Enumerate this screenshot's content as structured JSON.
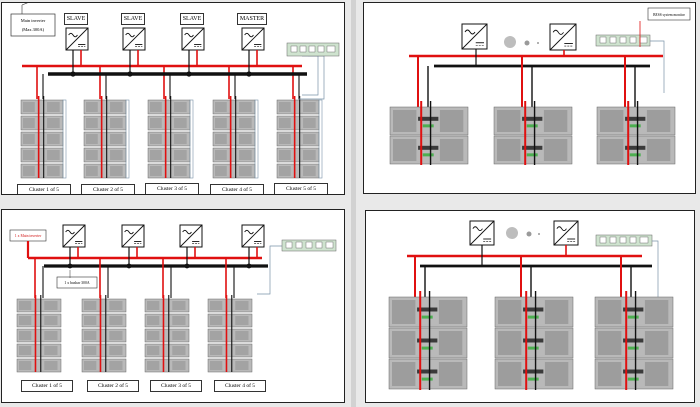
{
  "top_left": {
    "note_line1": "Main inverter",
    "note_line2": "(Max.300A)",
    "inverter_roles": [
      "SLAVE",
      "SLAVE",
      "SLAVE",
      "MASTER"
    ],
    "clusters": [
      "Cluster 1 of 5",
      "Cluster 2 of 5",
      "Cluster 3 of 5",
      "Cluster 4 of 5",
      "Cluster 5 of 5"
    ]
  },
  "top_right": {
    "device_note": "BESS system monitor"
  },
  "bottom_left": {
    "red_note": "1 x Main inverter",
    "busbar_note": "1 x busbar 300A",
    "clusters": [
      "Cluster 1 of 5",
      "Cluster 2 of 5",
      "Cluster 3 of 5",
      "Cluster 4 of 5"
    ]
  },
  "colors": {
    "dc_positive": "#e01010",
    "dc_negative": "#111111",
    "comm_line": "#7a93a8",
    "module": "#b9b9b9",
    "panel_bg": "#ffffff"
  }
}
